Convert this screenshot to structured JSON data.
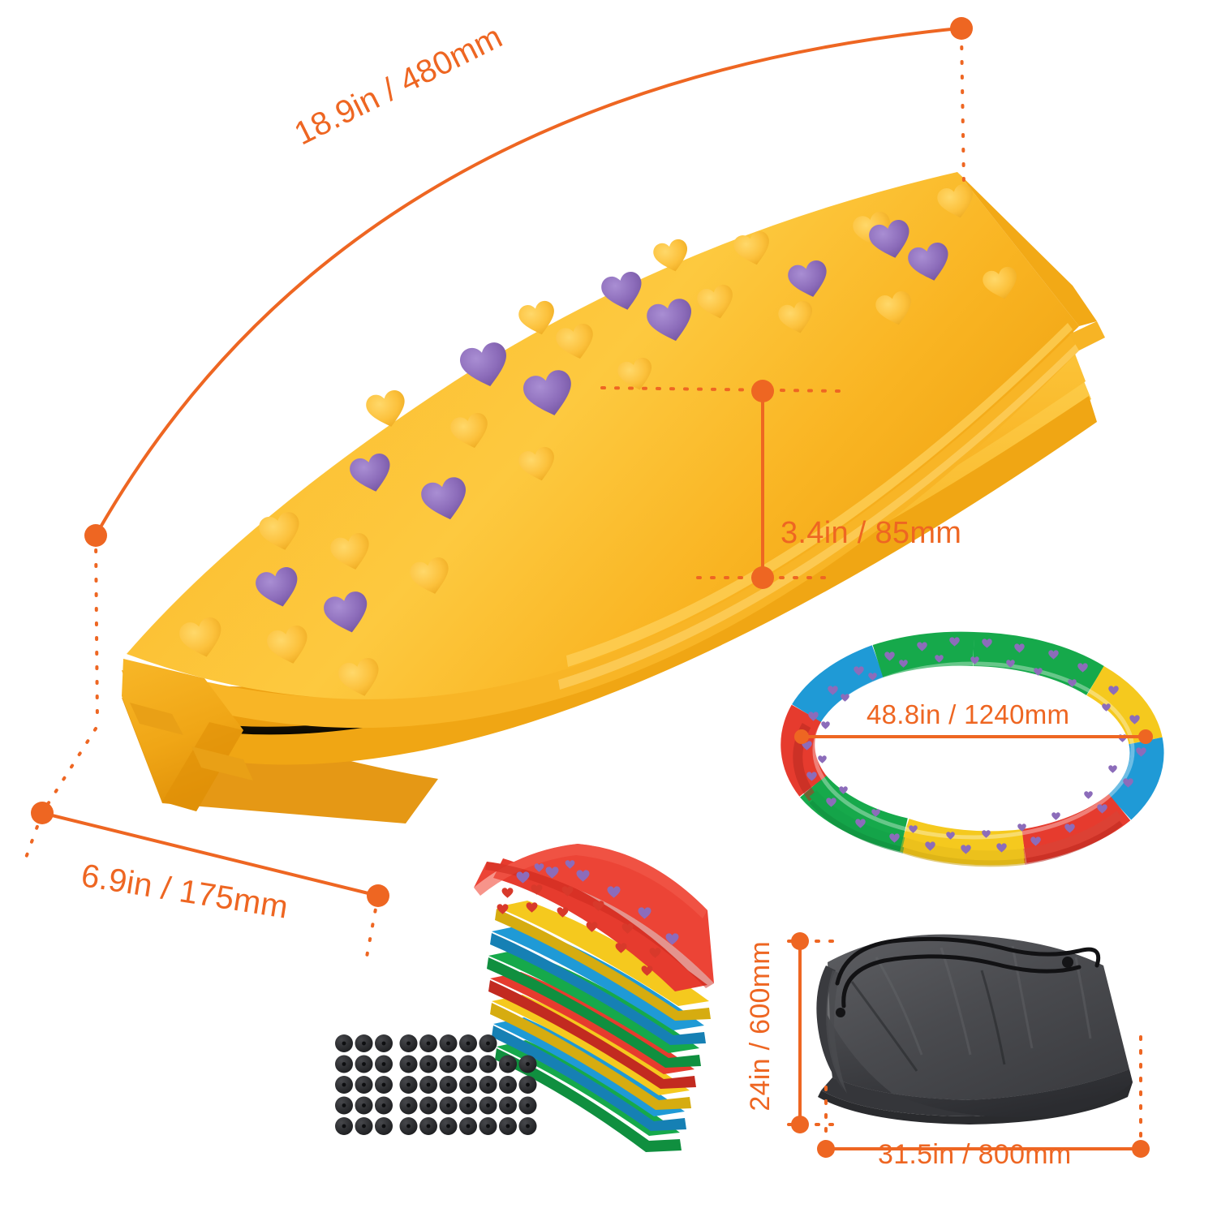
{
  "page": {
    "background_color": "#ffffff",
    "accent_color": "#ee6622",
    "title": "Balance Stepping Stones Dimension Diagram"
  },
  "dimensions": {
    "beam_length": "18.9in / 480mm",
    "beam_height": "3.4in / 85mm",
    "beam_width": "6.9in / 175mm",
    "ring_diameter": "48.8in / 1240mm",
    "bag_height": "24in / 600mm",
    "bag_width": "31.5in / 800mm"
  },
  "products": {
    "main_beam": {
      "name": "yellow-balance-beam",
      "body_color": "#f9b51f",
      "body_color_light": "#fcc845",
      "body_color_dark": "#e79b12",
      "stud_yellow": "#fcc13c",
      "stud_purple": "#8c6cba",
      "stud_purple_dark": "#7a5aa8"
    },
    "ring": {
      "name": "assembled-ring",
      "segment_colors": [
        "#e63b2e",
        "#1f9ad6",
        "#16a94b",
        "#f5c91e"
      ],
      "stud_color": "#8c6cba",
      "segment_count": 8
    },
    "stack": {
      "name": "stacked-beams",
      "colors": [
        "#e63b2e",
        "#f5c91e",
        "#1f9ad6",
        "#16a94b"
      ],
      "piece_count": 8
    },
    "pads": {
      "name": "rubber-foot-pads",
      "color": "#2b2b2e",
      "columns": 10,
      "rows": 5
    },
    "bag": {
      "name": "storage-bag",
      "color": "#47484b",
      "color_dark": "#2d2e31",
      "drawstring_color": "#141416"
    }
  }
}
